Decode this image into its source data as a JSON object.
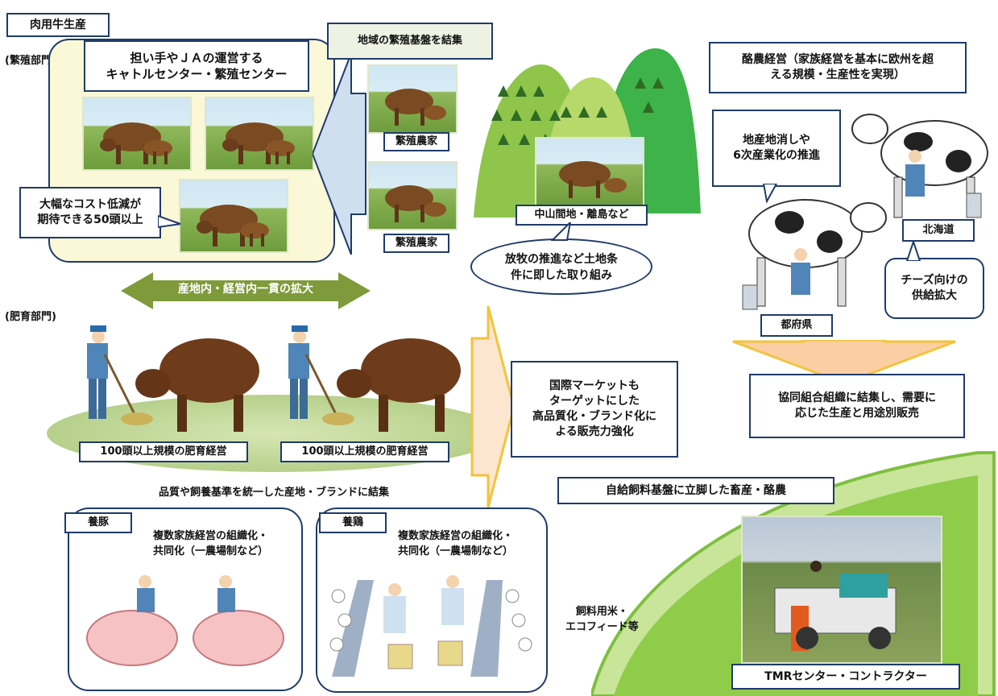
{
  "title": "肉用牛生産",
  "sections": {
    "breeding_tag": "(繁殖部門)",
    "fattening_tag": "(肥育部門)"
  },
  "cattle_center": {
    "label": "担い手やＪＡの運営する\nキャトルセンター・繁殖センター"
  },
  "cost_note": "大幅なコスト低減が\n期待できる50頭以上",
  "region_merge": "地域の繁殖基盤を結集",
  "farmers": [
    "繁殖農家",
    "繁殖農家"
  ],
  "mountain_label": "中山間地・離島など",
  "grazing_note": "放牧の推進など土地条\n件に即した取り組み",
  "integration_banner": "産地内・経営内一貫の拡大",
  "fattening_labels": [
    "100頭以上規模の肥育経営",
    "100頭以上規模の肥育経営"
  ],
  "brand_note": "品質や飼養基準を統一した産地・ブランドに結集",
  "market_note": "国際マーケットも\nターゲットにした\n高品質化・ブランド化に\nよる販売力強化",
  "dairy": {
    "title": "酪農経営（家族経営を基本に欧州を超\nえる規模・生産性を実現）",
    "local_note": "地産地消しや\n6次産業化の推進",
    "hokkaido": "北海道",
    "prefectures": "都府県",
    "cheese_note": "チーズ向けの\n供給拡大",
    "coop_note": "協同組合組織に結集し、需要に\n応じた生産と用途別販売"
  },
  "feed": {
    "title": "自給飼料基盤に立脚した畜産・酪農",
    "rice_note": "飼料用米・\nエコフィード等",
    "tmr": "TMRセンター・コントラクター"
  },
  "pig": {
    "tag": "養豚",
    "note": "複数家族経営の組織化・\n共同化（一農場制など）"
  },
  "poultry": {
    "tag": "養鶏",
    "note": "複数家族経営の組織化・\n共同化（一農場制など）"
  },
  "colors": {
    "navy": "#1f3b6b",
    "cream": "#fbf8d8",
    "green": "#7fbf3f",
    "arrow": "#f3c33b"
  }
}
